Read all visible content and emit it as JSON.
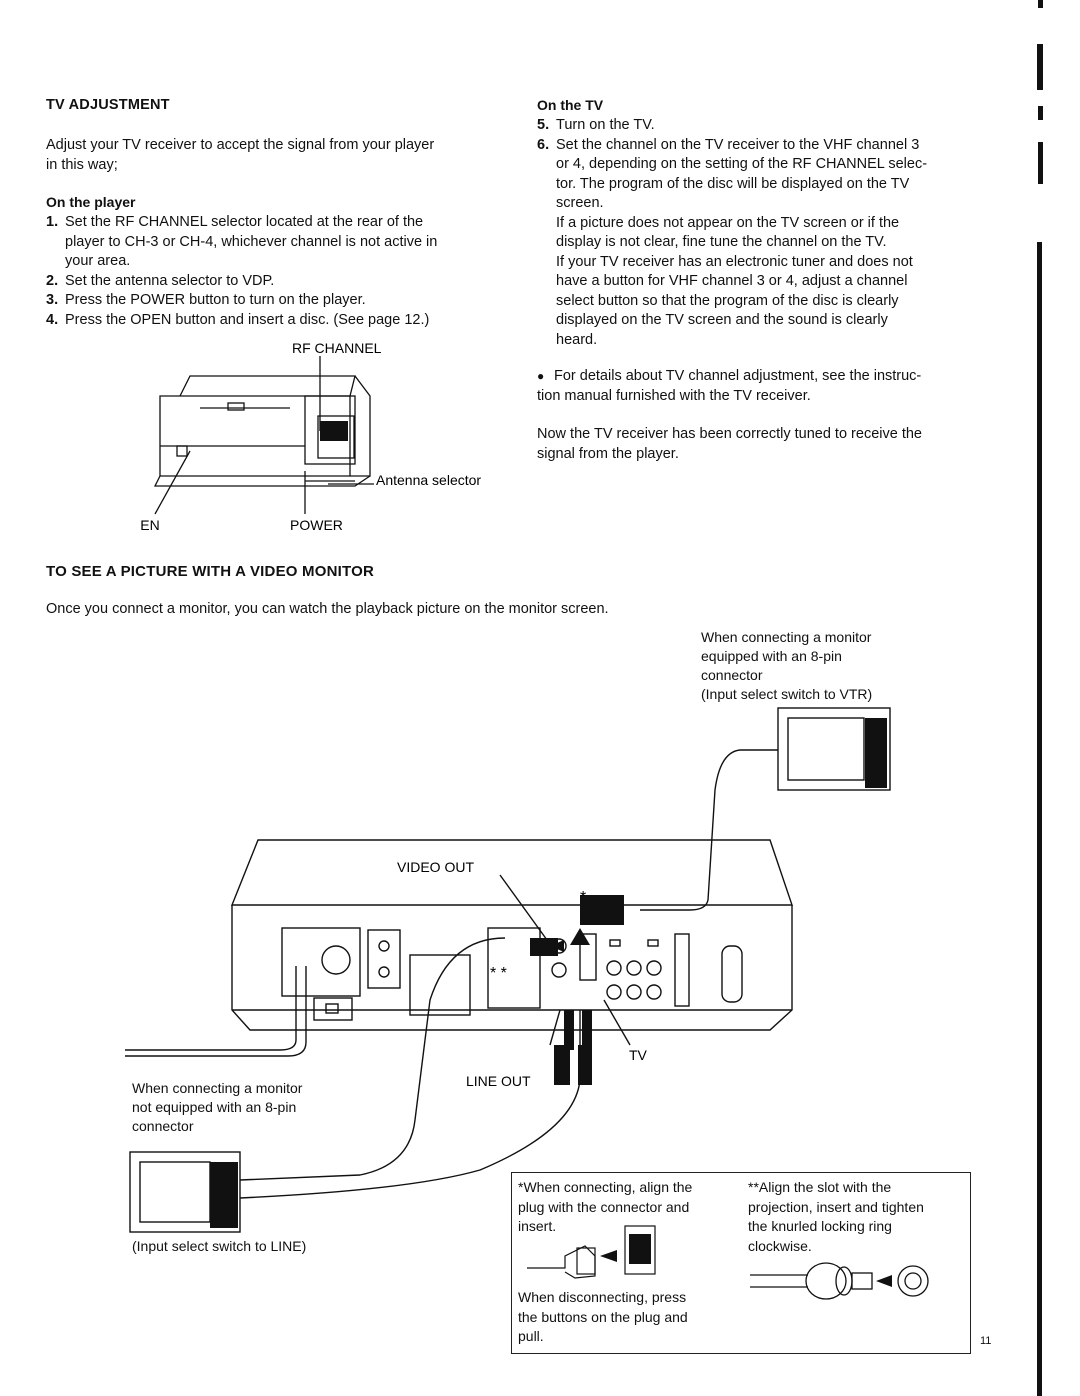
{
  "tv_adjustment": {
    "heading": "TV ADJUSTMENT",
    "intro": [
      "Adjust your TV receiver to accept the signal from your player",
      "in this way;"
    ],
    "player_heading": "On the player",
    "player_steps": [
      {
        "num": "1.",
        "lines": [
          "Set the RF CHANNEL selector located at the rear of the",
          "player to CH-3 or CH-4, whichever channel is not active in",
          "your area."
        ]
      },
      {
        "num": "2.",
        "lines": [
          "Set the antenna selector to VDP."
        ]
      },
      {
        "num": "3.",
        "lines": [
          "Press the POWER button to turn on the player."
        ]
      },
      {
        "num": "4.",
        "lines": [
          "Press the OPEN button and insert a disc. (See page 12.)"
        ]
      }
    ],
    "tv_heading": "On the TV",
    "tv_steps": [
      {
        "num": "5.",
        "lines": [
          "Turn on the TV."
        ]
      },
      {
        "num": "6.",
        "lines": [
          "Set the channel on the TV receiver to the VHF channel 3",
          "or 4, depending on the setting of the RF CHANNEL selec-",
          "tor. The program of the disc will be displayed on the TV",
          "screen.",
          "If a picture does not appear on the TV screen or if the",
          "display is not clear, fine tune the channel on the TV.",
          "If your TV receiver has an electronic tuner and does not",
          "have a button for VHF channel 3 or 4, adjust a channel",
          "select button so that the program of the disc is clearly",
          "displayed on the TV screen and the sound is clearly",
          "heard."
        ]
      }
    ],
    "bullet_lines": [
      "For details about TV channel adjustment, see the instruc-",
      "tion manual furnished with the TV receiver."
    ],
    "closing_lines": [
      "Now the TV receiver has been correctly tuned to receive the",
      "signal from the player."
    ],
    "diagram_labels": {
      "rf_channel": "RF CHANNEL",
      "antenna_selector": "Antenna selector",
      "open": "OPEN",
      "power": "POWER"
    }
  },
  "video_monitor": {
    "heading": "TO SEE A PICTURE WITH A VIDEO MONITOR",
    "intro": "Once you connect a monitor, you can watch the playback picture on the monitor screen.",
    "label_8pin": [
      "When connecting a monitor",
      "equipped with an 8-pin",
      "connector",
      "(Input select switch to VTR)"
    ],
    "label_video_out": "VIDEO OUT",
    "label_line_out": "LINE OUT",
    "label_tv": "TV",
    "label_star": "*",
    "label_double_star": "* *",
    "label_no_8pin": [
      "When connecting a monitor",
      "not equipped with an 8-pin",
      "connector"
    ],
    "label_line_switch": "(Input select switch to LINE)"
  },
  "notes": {
    "star": [
      "*When connecting, align the",
      "plug with the connector and",
      "insert."
    ],
    "disconnect": [
      "When disconnecting, press",
      "the buttons on the plug and",
      "pull."
    ],
    "double_star": [
      "**Align the slot with the",
      "projection, insert and tighten",
      "the knurled locking ring",
      "clockwise."
    ]
  },
  "page_number": "11"
}
